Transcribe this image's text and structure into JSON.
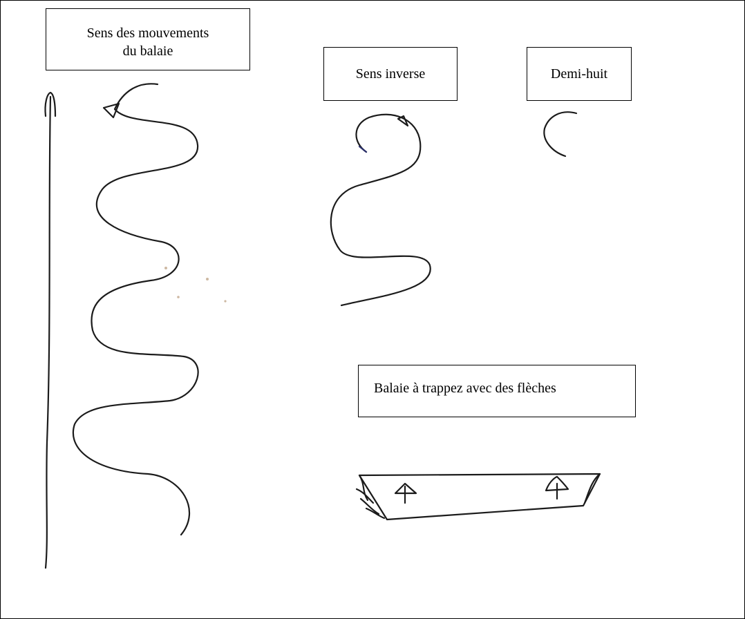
{
  "labels": {
    "sens_line1": "Sens des mouvements",
    "sens_line2": "du balaie",
    "inverse": "Sens inverse",
    "demi": "Demi-huit",
    "balaie": "Balaie à trappez avec des flèches"
  },
  "colors": {
    "ink": "#1b1b1b",
    "ink_blue": "#2a2f6b",
    "border": "#000000",
    "background": "#ffffff"
  }
}
